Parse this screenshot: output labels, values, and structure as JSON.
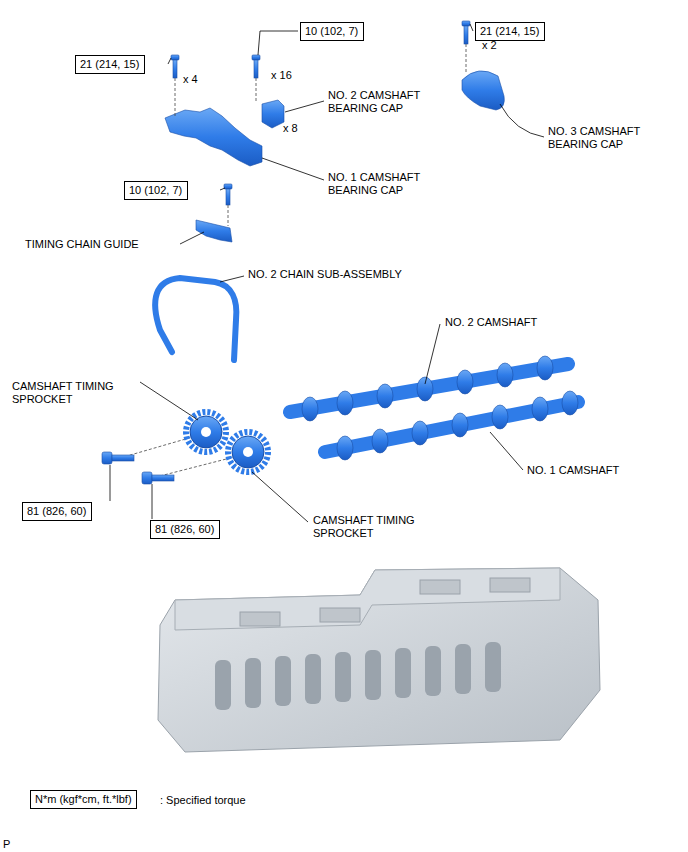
{
  "diagram": {
    "nodes": [
      {
        "text": [
          "10 (102, 7)"
        ]
      },
      {
        "text": [
          "21 (214, 15)"
        ]
      },
      {
        "text": [
          "21 (214, 15)"
        ]
      },
      {
        "text": [
          "10 (102, 7)"
        ]
      },
      {
        "text": [
          "81 (826, 60)"
        ]
      },
      {
        "text": [
          "81 (826, 60)"
        ]
      },
      {
        "text": [
          "N*m (kgf*cm, ft.*lbf)"
        ]
      }
    ],
    "labels": [
      "x 2",
      "x 4",
      "x 16",
      "x 8",
      "NO. 2 CAMSHAFT BEARING CAP",
      "NO. 3 CAMSHAFT BEARING CAP",
      "NO. 1 CAMSHAFT BEARING CAP",
      "TIMING CHAIN GUIDE",
      "NO. 2 CHAIN SUB-ASSEMBLY",
      "NO. 2 CAMSHAFT",
      "CAMSHAFT TIMING SPROCKET",
      "NO. 1 CAMSHAFT",
      "CAMSHAFT TIMING SPROCKET",
      ": Specified torque",
      "P"
    ]
  }
}
